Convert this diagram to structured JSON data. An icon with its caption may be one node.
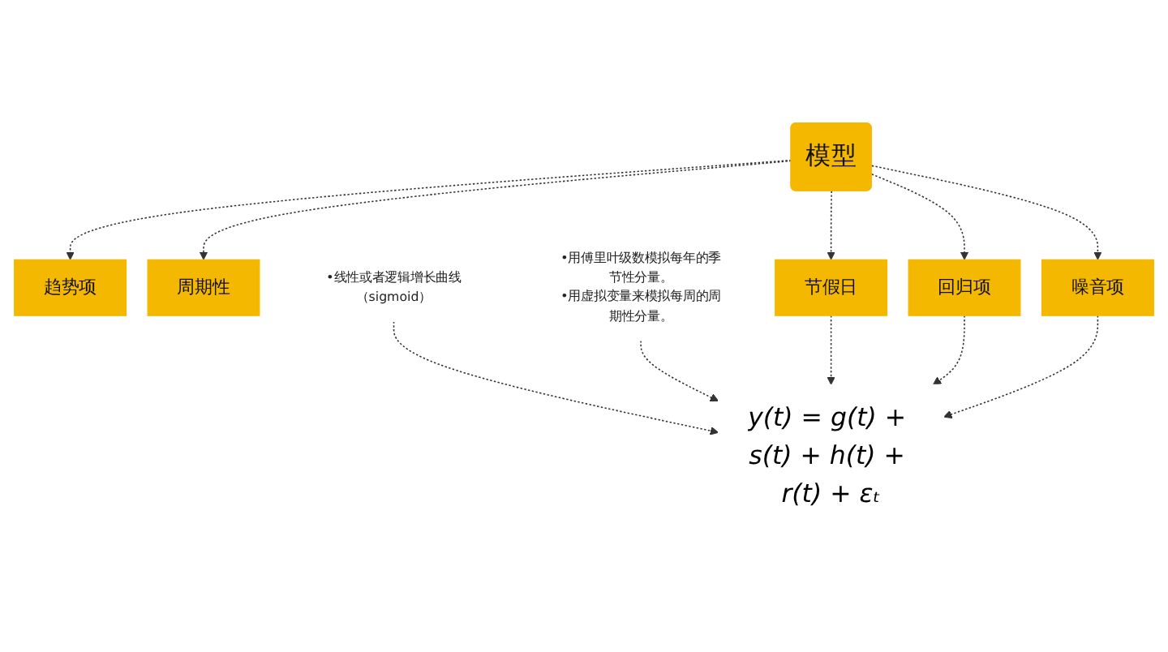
{
  "diagram": {
    "nodes": [
      {
        "text": [
          "模型"
        ]
      },
      {
        "text": [
          "趋势项"
        ]
      },
      {
        "text": [
          "周期性"
        ]
      },
      {
        "text": [
          "节假日"
        ]
      },
      {
        "text": [
          "回归项"
        ]
      },
      {
        "text": [
          "噪音项"
        ]
      },
      {
        "text": [
          "•线性或者逻辑增长曲线（sigmoid）"
        ]
      },
      {
        "text": [
          "•用傅里叶级数模拟每年的季节性分量。",
          "•用虚拟变量来模拟每周的周期性分量。"
        ]
      },
      {
        "text": [
          "y(t) = g(t) + s(t) + h(t) + r(t) + εₜ"
        ]
      }
    ],
    "edges": [
      {
        "from": 0,
        "to": 1,
        "arrow": "to",
        "style": "dashed"
      },
      {
        "from": 0,
        "to": 2,
        "arrow": "to",
        "style": "dashed"
      },
      {
        "from": 0,
        "to": 3,
        "arrow": "to",
        "style": "dashed"
      },
      {
        "from": 0,
        "to": 4,
        "arrow": "to",
        "style": "dashed"
      },
      {
        "from": 0,
        "to": 5,
        "arrow": "to",
        "style": "dashed"
      },
      {
        "from": 6,
        "to": 8,
        "arrow": "to",
        "style": "dashed"
      },
      {
        "from": 7,
        "to": 8,
        "arrow": "to",
        "style": "dashed"
      },
      {
        "from": 3,
        "to": 8,
        "arrow": "to",
        "style": "dashed"
      },
      {
        "from": 4,
        "to": 8,
        "arrow": "to",
        "style": "dashed"
      },
      {
        "from": 5,
        "to": 8,
        "arrow": "to",
        "style": "dashed"
      }
    ]
  }
}
